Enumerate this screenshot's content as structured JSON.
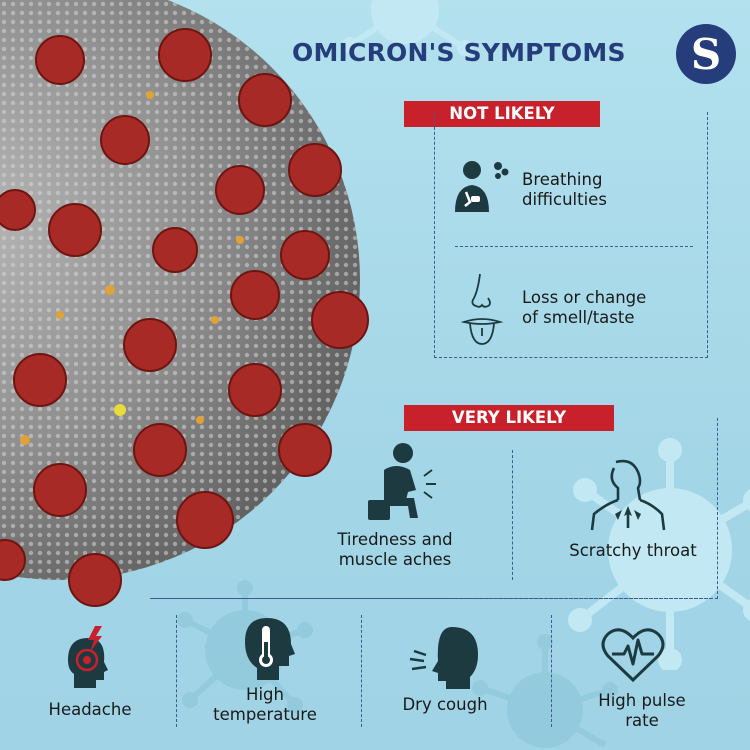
{
  "title": "OMICRON'S SYMPTOMS",
  "logo": {
    "letter": "S",
    "icon": "s-logo-icon"
  },
  "colors": {
    "navy": "#263d7c",
    "red": "#c8212b",
    "icon_dark": "#1d3a41",
    "background": "#a9dbea"
  },
  "not_likely": {
    "badge": "NOT LIKELY",
    "items": [
      {
        "label_line1": "Breathing",
        "label_line2": "difficulties",
        "icon": "breathing-difficulty-icon"
      },
      {
        "label_line1": "Loss or change",
        "label_line2": "of smell/taste",
        "icon": "nose-tongue-icon"
      }
    ]
  },
  "very_likely": {
    "badge": "VERY LIKELY",
    "top_items": [
      {
        "label_line1": "Tiredness and",
        "label_line2": "muscle aches",
        "icon": "tired-person-icon"
      },
      {
        "label": "Scratchy throat",
        "icon": "throat-icon"
      }
    ],
    "bottom_items": [
      {
        "label": "Headache",
        "icon": "headache-icon"
      },
      {
        "label_line1": "High",
        "label_line2": "temperature",
        "icon": "thermometer-head-icon"
      },
      {
        "label": "Dry cough",
        "icon": "cough-icon"
      },
      {
        "label_line1": "High pulse",
        "label_line2": "rate",
        "icon": "heart-pulse-icon"
      }
    ]
  }
}
